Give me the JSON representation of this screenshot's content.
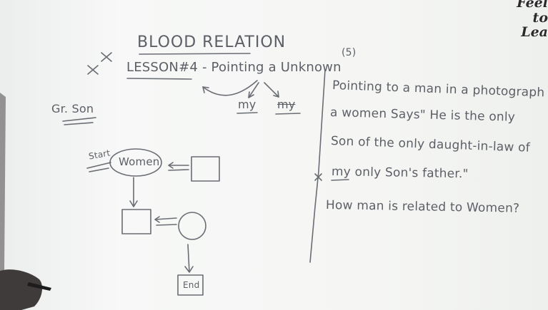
{
  "title": "BLOOD RELATION",
  "lesson": "LESSON#4 - Pointing a Unknown",
  "label_my_1": "my",
  "label_my_2": "my",
  "gr_son": "Gr. Son",
  "question_number": "(5)",
  "question_lines": [
    "Pointing to a man in a photograph",
    "a women Says\" He is the only",
    "Son of the only daught-in-law of",
    "my only Son's father.\"",
    "How man is related to Women?"
  ],
  "diagram": {
    "start_label": "Start",
    "women_label": "Women",
    "end_label": "End"
  },
  "watermark_lines": [
    "Feel",
    "to",
    "Lea"
  ]
}
